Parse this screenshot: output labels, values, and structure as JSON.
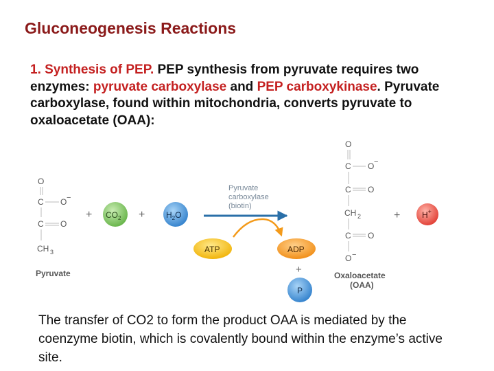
{
  "title": "Gluconeogenesis Reactions",
  "intro": {
    "heading": "1. Synthesis of PEP.",
    "text_a": " PEP synthesis from pyruvate requires two enzymes:  ",
    "enzyme1": "pyruvate carboxylase",
    "text_b": " and ",
    "enzyme2": "PEP carboxykinase",
    "text_c": ". Pyruvate carboxylase, found within mitochondria, converts pyruvate to oxaloacetate (OAA):"
  },
  "scheme": {
    "pyruvate": {
      "atoms": [
        "O",
        "C",
        "O",
        "C",
        "O",
        "CH",
        "3"
      ],
      "charge": "−",
      "label": "Pyruvate"
    },
    "plus": "+",
    "co2": {
      "main": "CO",
      "sub": "2"
    },
    "h2o": {
      "main": "H",
      "sub": "2",
      "end": "O"
    },
    "enzyme": [
      "Pyruvate",
      "carboxylase",
      "(biotin)"
    ],
    "atp": "ATP",
    "adp": "ADP",
    "p": "P",
    "oaa": {
      "atoms": [
        "O",
        "C",
        "O",
        "C",
        "O",
        "CH",
        "2",
        "C",
        "O",
        "O"
      ],
      "charge": "−",
      "label": [
        "Oxaloacetate",
        "(OAA)"
      ]
    },
    "h_plus": {
      "main": "H",
      "sup": "+"
    },
    "colors": {
      "co2": "#7bc25a",
      "h2o": "#3d8fd8",
      "atp": "#f2b400",
      "adp": "#f39a1a",
      "p": "#3d8fd8",
      "h_plus": "#e6453b",
      "arrow": "#2a6fa8",
      "curve": "#f39a1a",
      "bond": "#bfbfbf"
    }
  },
  "footer": "The transfer of CO2 to form the product OAA is mediated by the coenzyme biotin, which is covalently bound within the enzyme’s active site."
}
